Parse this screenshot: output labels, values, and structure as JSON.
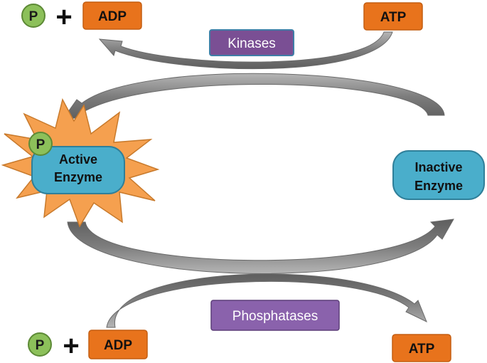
{
  "top": {
    "phosphate": "P",
    "plus": "+",
    "adp": "ADP",
    "atp": "ATP",
    "enzyme_label": "Kinases"
  },
  "bottom": {
    "phosphate": "P",
    "plus": "+",
    "adp": "ADP",
    "atp": "ATP",
    "enzyme_label": "Phosphatases"
  },
  "active_enzyme": {
    "phosphate": "P",
    "line1": "Active",
    "line2": "Enzyme"
  },
  "inactive_enzyme": {
    "line1": "Inactive",
    "line2": "Enzyme"
  },
  "colors": {
    "orange_box": "#e8731c",
    "purple_box": "#7d5a9e",
    "purple_box_top": "#7a4f94",
    "green_circle": "#8cc05a",
    "teal_enzyme": "#4aaecb",
    "starburst": "#f5a04f",
    "arrow_gray": "#8a8a8a"
  }
}
